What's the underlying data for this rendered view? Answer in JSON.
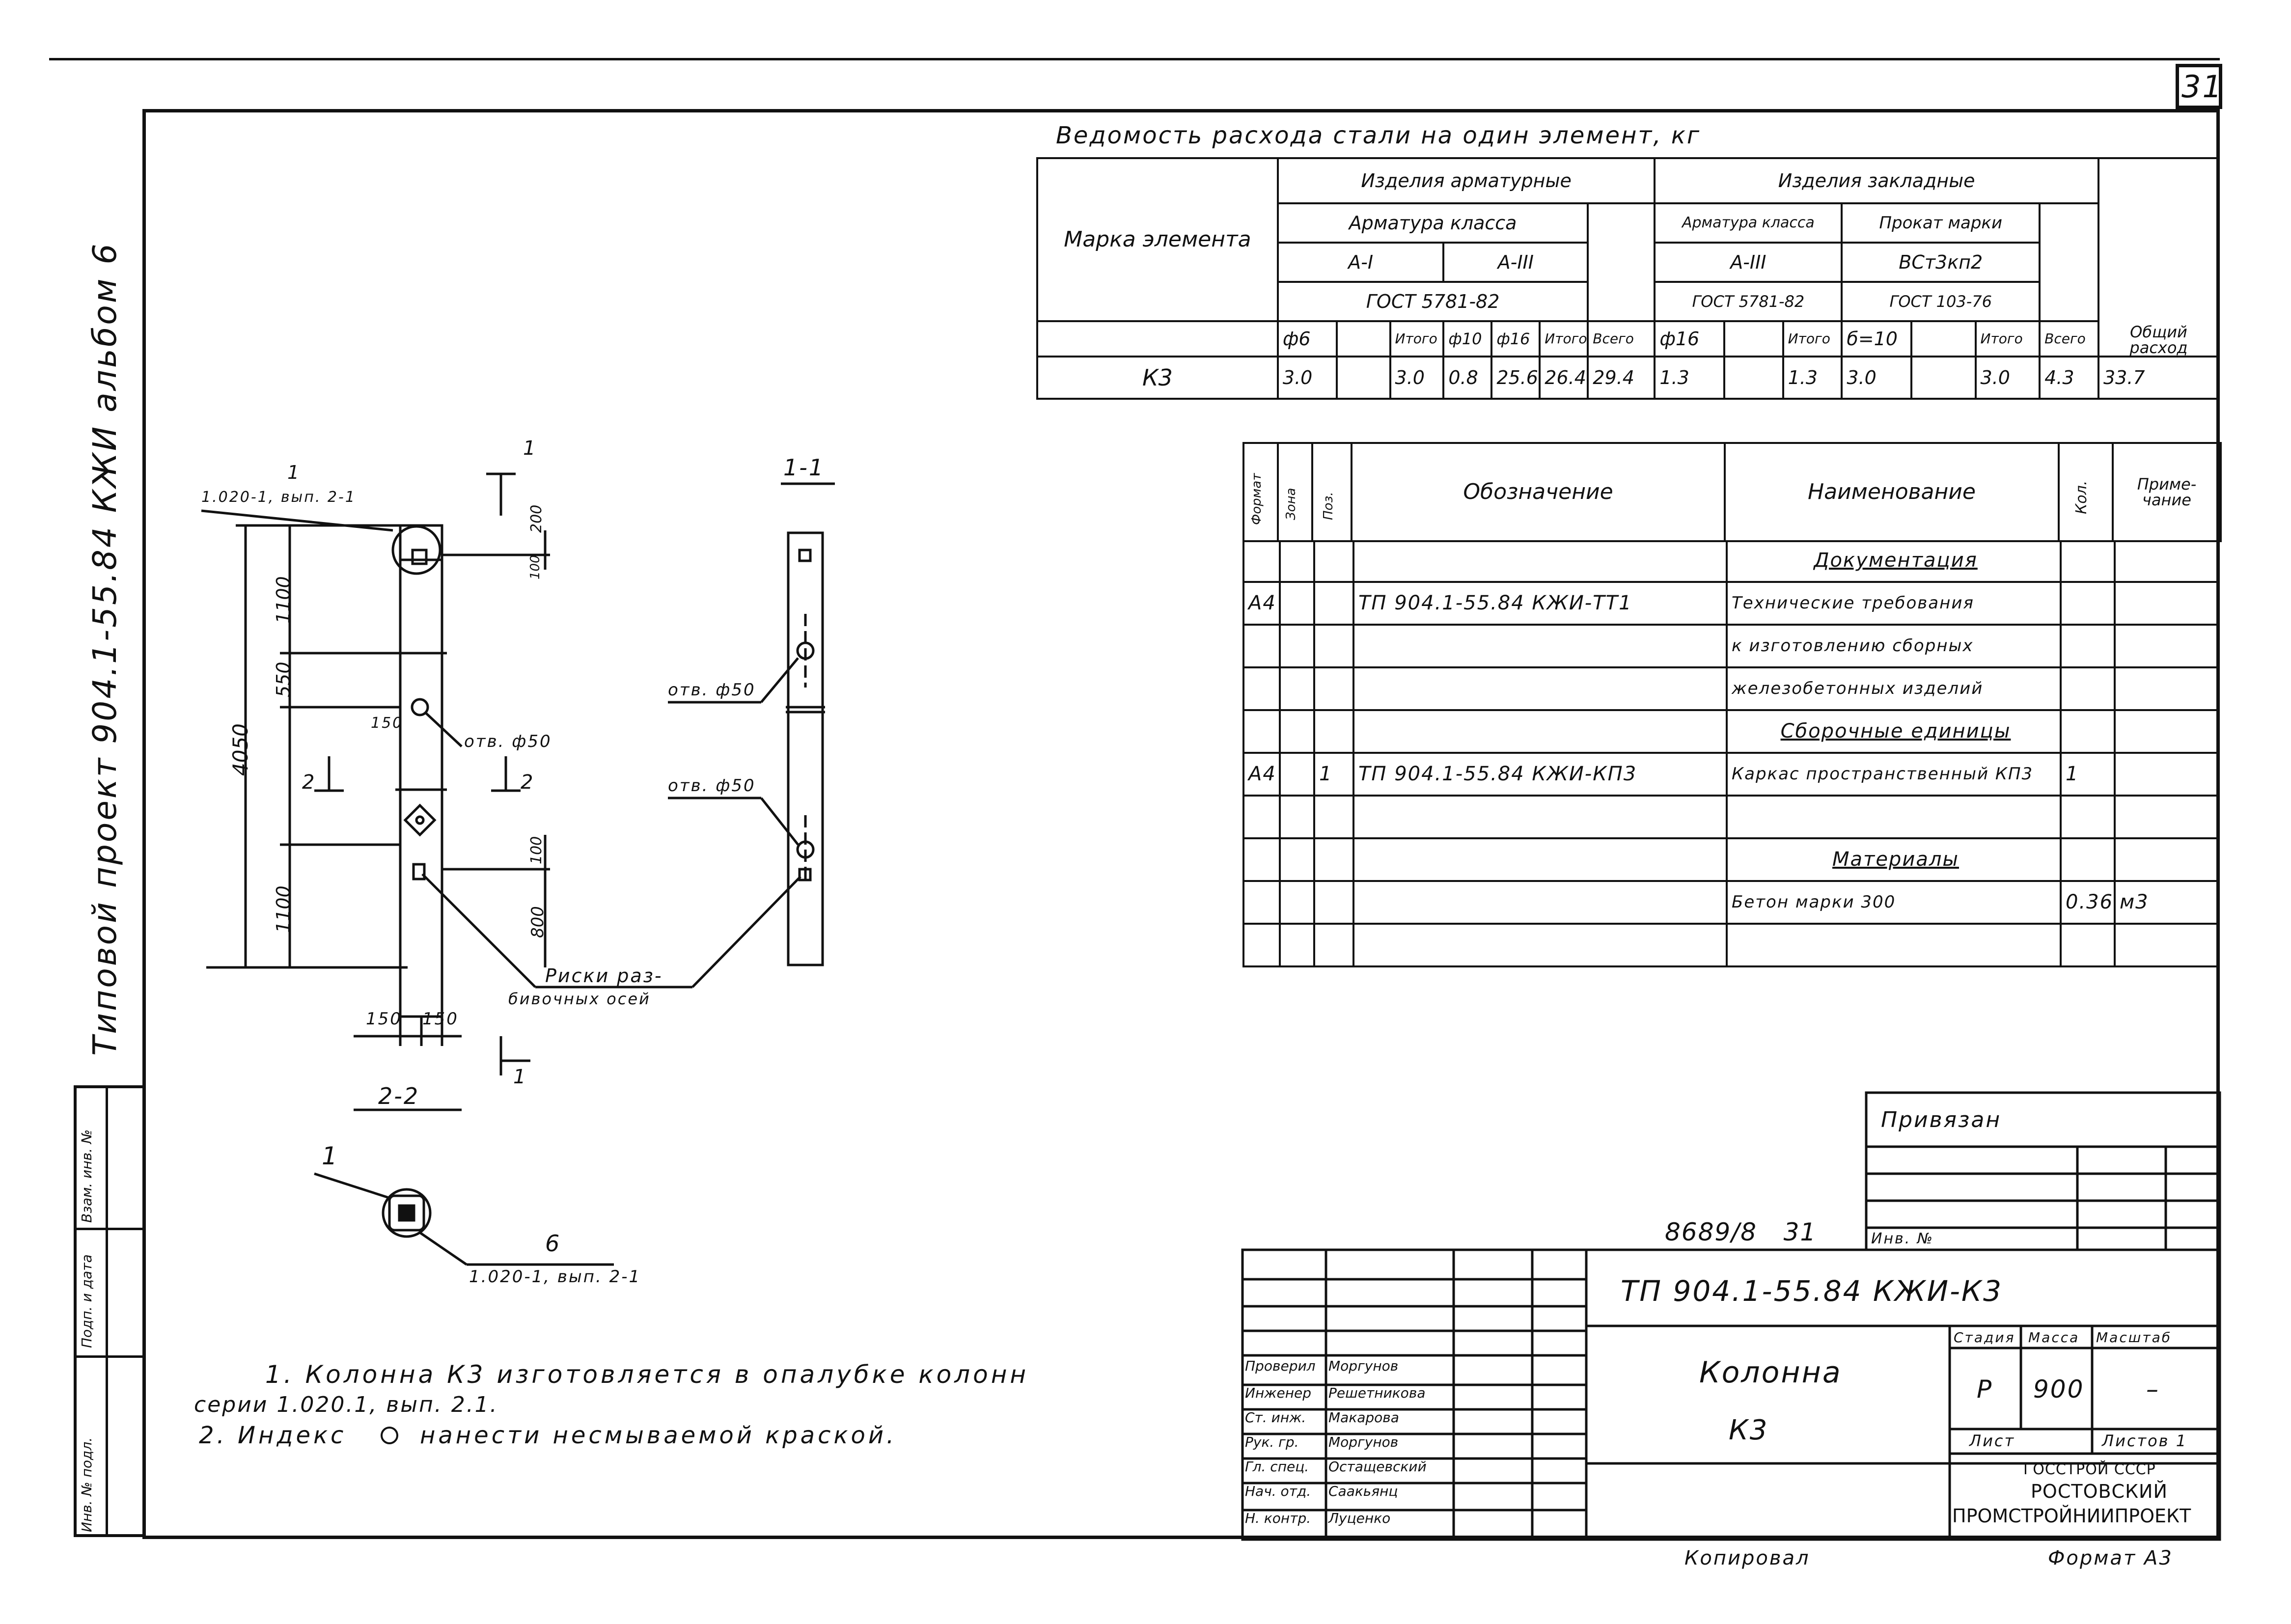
{
  "sheet_number": "31",
  "side_stamp": {
    "project_text": "Типовой проект 904.1-55.84 КЖИ альбом 6",
    "columns": [
      "Инв. № подл.",
      "Подп. и дата",
      "Взам. инв. №"
    ]
  },
  "steel_table": {
    "title": "Ведомость расхода стали на один элемент, кг",
    "mark_header": "Марка элемента",
    "group_reinf": "Изделия арматурные",
    "group_embed": "Изделия закладные",
    "reinf_class": "Арматура класса",
    "class_a1": "А-I",
    "class_a3": "А-III",
    "gost_5781": "ГОСТ 5781-82",
    "embed_reinf_class": "Арматура класса",
    "embed_a3": "А-III",
    "embed_gost": "ГОСТ 5781-82",
    "rolled_steel": "Прокат марки",
    "rolled_grade": "ВСт3кп2",
    "rolled_gost": "ГОСТ 103-76",
    "total_consumption": "Общий расход",
    "sub_headers": [
      "ф6",
      "",
      "Итого",
      "ф10",
      "ф16",
      "Итого",
      "Всего",
      "ф16",
      "",
      "Итого",
      "б=10",
      "",
      "Итого",
      "Всего"
    ],
    "row": {
      "mark": "К3",
      "values": [
        "3.0",
        "",
        "3.0",
        "0.8",
        "25.6",
        "26.4",
        "29.4",
        "1.3",
        "",
        "1.3",
        "3.0",
        "",
        "3.0",
        "4.3",
        "33.7"
      ]
    }
  },
  "spec_table": {
    "headers": [
      "Формат",
      "Зона",
      "Поз.",
      "Обозначение",
      "Наименование",
      "Кол.",
      "Приме-чание"
    ],
    "rows": [
      {
        "format": "",
        "pos": "",
        "designation": "",
        "name": "Документация",
        "qty": "",
        "note": "",
        "section": true
      },
      {
        "format": "А4",
        "pos": "",
        "designation": "ТП 904.1-55.84 КЖИ-ТТ1",
        "name": "Технические требования",
        "qty": "",
        "note": ""
      },
      {
        "format": "",
        "pos": "",
        "designation": "",
        "name": "к изготовлению сборных",
        "qty": "",
        "note": ""
      },
      {
        "format": "",
        "pos": "",
        "designation": "",
        "name": "железобетонных изделий",
        "qty": "",
        "note": ""
      },
      {
        "format": "",
        "pos": "",
        "designation": "",
        "name": "Сборочные единицы",
        "qty": "",
        "note": "",
        "section": true
      },
      {
        "format": "А4",
        "pos": "1",
        "designation": "ТП 904.1-55.84 КЖИ-КП3",
        "name": "Каркас пространственный КП3",
        "qty": "1",
        "note": ""
      },
      {
        "format": "",
        "pos": "",
        "designation": "",
        "name": "",
        "qty": "",
        "note": ""
      },
      {
        "format": "",
        "pos": "",
        "designation": "",
        "name": "Материалы",
        "qty": "",
        "note": "",
        "section": true
      },
      {
        "format": "",
        "pos": "",
        "designation": "",
        "name": "Бетон марки 300",
        "qty": "0.36",
        "note": "м3"
      },
      {
        "format": "",
        "pos": "",
        "designation": "",
        "name": "",
        "qty": "",
        "note": ""
      }
    ]
  },
  "drawing": {
    "callout_top": "1.020-1, вып. 2-1",
    "callout_pos": "1",
    "section_1_1": "1-1",
    "section_2_2": "2-2",
    "section_mark_1": "1",
    "section_mark_2": "2",
    "dim_total": "4050",
    "dim_1100_top": "1100",
    "dim_550": "550",
    "dim_1100_bottom": "1100",
    "dim_200": "200",
    "dim_100_top": "100",
    "dim_100": "100",
    "dim_800": "800",
    "dim_150_side": "150",
    "dim_150_a": "150",
    "dim_150_b": "150",
    "hole_label": "отв. ф50",
    "hole_label_2": "отв. ф50",
    "hole_label_3": "отв. ф50",
    "axis_marks_1": "Риски раз-",
    "axis_marks_2": "бивочных осей",
    "detail_pos": "1",
    "detail_ref_num": "6",
    "detail_ref": "1.020-1, вып. 2-1"
  },
  "notes": {
    "line1": "1. Колонна К3 изготовляется в опалубке колонн",
    "line1b": "серии 1.020.1, вып. 2.1.",
    "line2": "2. Индекс",
    "line2b": "нанести несмываемой краской."
  },
  "binding": {
    "label": "Привязан",
    "inv_label": "Инв. №",
    "inv_number": "8689/8   31"
  },
  "title_block": {
    "doc_code": "ТП 904.1-55.84 КЖИ-К3",
    "object_title": "Колонна",
    "object_mark": "К3",
    "col_stage": "Стадия",
    "col_mass": "Масса",
    "col_scale": "Масштаб",
    "stage": "Р",
    "mass": "900",
    "scale": "–",
    "sheet_label": "Лист",
    "sheets_label": "Листов 1",
    "org_line1": "ГОССТРОЙ СССР",
    "org_line2": "РОСТОВСКИЙ",
    "org_line3": "ПРОМСТРОЙНИИПРОЕКТ",
    "people": [
      {
        "role": "Проверил",
        "name": "Моргунов"
      },
      {
        "role": "Инженер",
        "name": "Решетникова"
      },
      {
        "role": "Ст. инж.",
        "name": "Макарова"
      },
      {
        "role": "Рук. гр.",
        "name": "Моргунов"
      },
      {
        "role": "Гл. спец.",
        "name": "Остащевский"
      },
      {
        "role": "Нач. отд.",
        "name": "Саакьянц"
      },
      {
        "role": "Н. контр.",
        "name": "Луценко"
      }
    ]
  },
  "footer": {
    "copied": "Копировал",
    "format": "Формат А3"
  }
}
